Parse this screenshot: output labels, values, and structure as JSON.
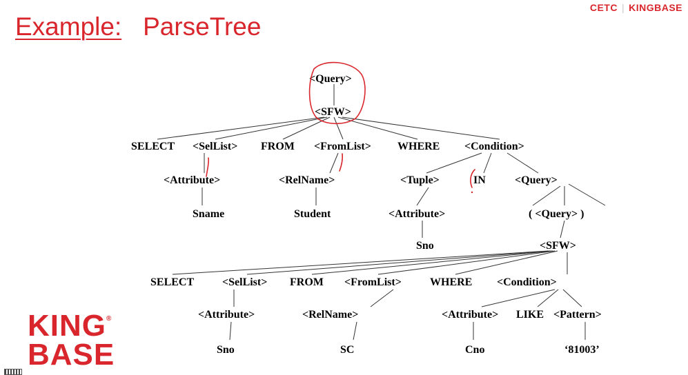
{
  "slide": {
    "title_prefix": "Example:",
    "title_main": "ParseTree",
    "brand_top_left": "CETC",
    "brand_top_right": "KINGBASE",
    "logo_line1": "KING",
    "logo_line2": "BASE",
    "logo_reg": "®"
  },
  "tree": {
    "nodes": {
      "query_root": "<Query>",
      "sfw": "<SFW>",
      "select1": "SELECT",
      "sellist1": "<SelList>",
      "from1": "FROM",
      "fromlist1": "<FromList>",
      "where1": "WHERE",
      "condition1": "<Condition>",
      "attr1": "<Attribute>",
      "relname1": "<RelName>",
      "tuple": "<Tuple>",
      "in": "IN",
      "query2": "<Query>",
      "sname": "Sname",
      "student": "Student",
      "attr2": "<Attribute>",
      "paren_query": "( <Query> )",
      "sno1": "Sno",
      "sfw2": "<SFW>",
      "select2": "SELECT",
      "sellist2": "<SelList>",
      "from2": "FROM",
      "fromlist2": "<FromList>",
      "where2": "WHERE",
      "condition2": "<Condition>",
      "attr3": "<Attribute>",
      "relname2": "<RelName>",
      "attr4": "<Attribute>",
      "like": "LIKE",
      "pattern": "<Pattern>",
      "sno2": "Sno",
      "sc": "SC",
      "cno": "Cno",
      "val": "‘81003’"
    }
  }
}
